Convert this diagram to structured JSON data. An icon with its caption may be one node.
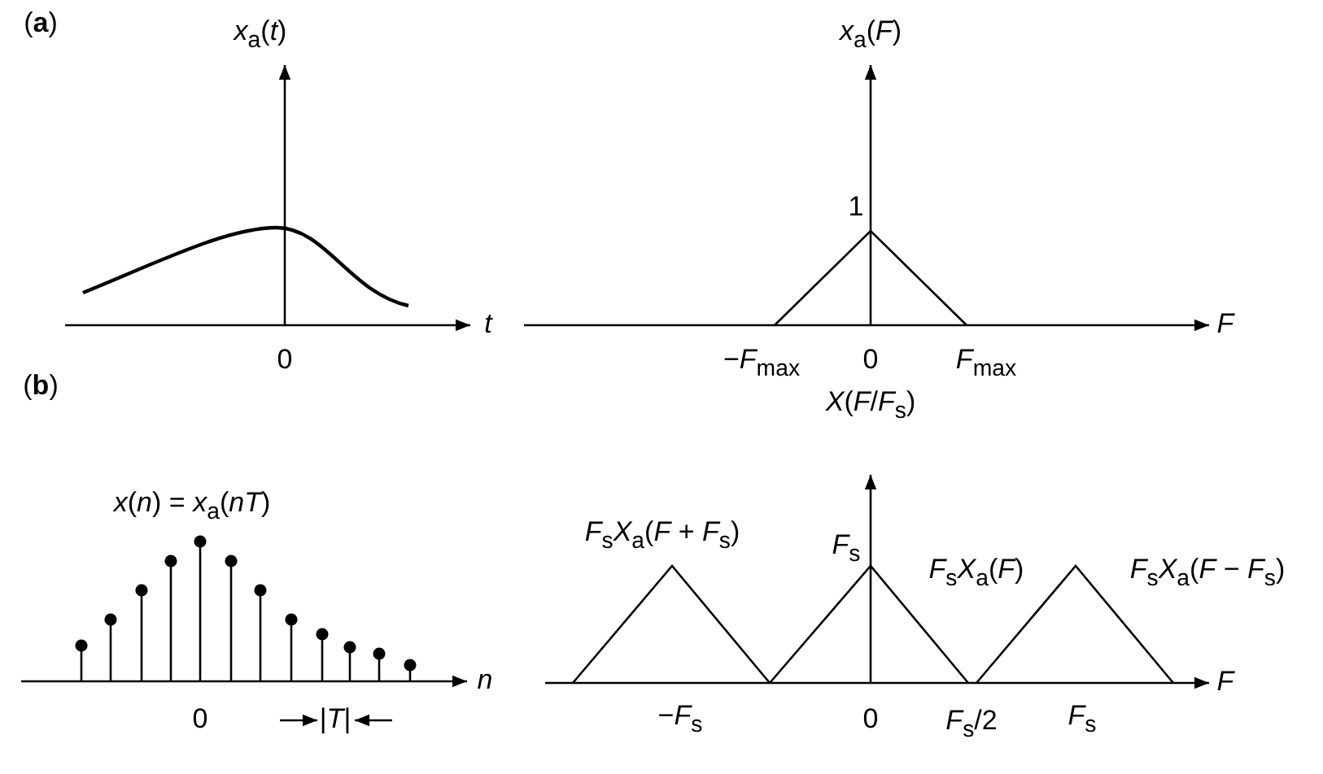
{
  "diagram": {
    "labels": [
      "(**a**)",
      "*x*$_{a}$(*t*)",
      "*t*",
      "0",
      "*x*$_{a}$(*F*)",
      "1",
      "−*F*$_{max}$",
      "0",
      "*F*$_{max}$",
      "*F*",
      "(**b**)",
      "*x*(*n*) = *x*$_{a}$(*nT*)",
      "0",
      "|*T*|",
      "*n*",
      "*X*(*F*/*F*$_{s}$)",
      "*F*$_{s}$*X*$_{a}$(*F* + *F*$_{s}$)",
      "*F*$_{s}$",
      "*F*$_{s}$*X*$_{a}$(*F*)",
      "*F*$_{s}$*X*$_{a}$(*F* − *F*$_{s}$)",
      "−*F*$_{s}$",
      "0",
      "*F*$_{s}$/2",
      "*F*$_{s}$",
      "*F*"
    ]
  }
}
